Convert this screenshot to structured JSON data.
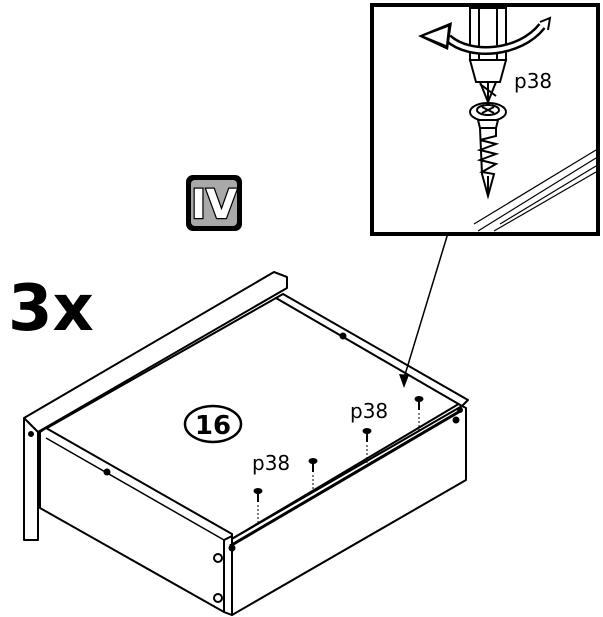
{
  "quantity": {
    "text": "3x"
  },
  "step": {
    "numeral": "IV"
  },
  "part": {
    "number": "16"
  },
  "screw_labels": {
    "detail": "p38",
    "left": "p38",
    "right": "p38"
  },
  "colors": {
    "ink": "#000000",
    "step_badge_fill": "#a9a9a9",
    "step_numeral_fill": "#ffffff",
    "paper": "#ffffff"
  },
  "icons": {
    "rotation": "curved-arrow-icon",
    "screwdriver": "screwdriver-icon",
    "screw": "screw-icon"
  }
}
